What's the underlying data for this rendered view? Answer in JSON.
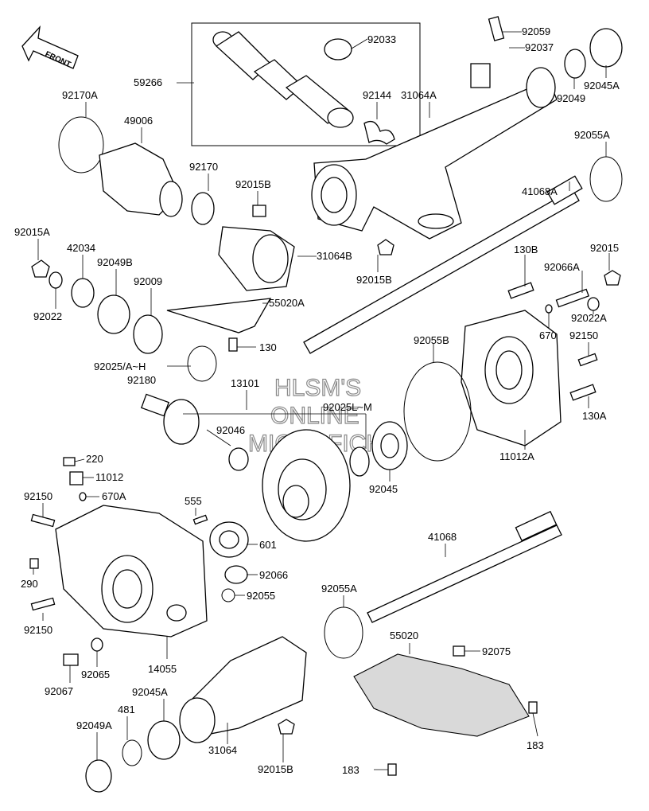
{
  "diagram": {
    "front_marker": "FRONT",
    "watermark": [
      "HLSM'S",
      "ONLINE",
      "MICROFICHE"
    ],
    "labels": [
      "92033",
      "59266",
      "92059",
      "92037",
      "92045A",
      "92049",
      "31064A",
      "92144",
      "92170A",
      "49006",
      "92055A",
      "92170",
      "92015B",
      "41068A",
      "92015A",
      "42034",
      "92049B",
      "31064B",
      "130B",
      "92015",
      "92066A",
      "92009",
      "55020A",
      "92015B",
      "92022",
      "92022A",
      "670",
      "130",
      "92150",
      "92055B",
      "92025/A~H",
      "92180",
      "13101",
      "92025L~M",
      "92046",
      "130A",
      "11012A",
      "220",
      "11012",
      "92150",
      "670A",
      "555",
      "601",
      "92045",
      "41068",
      "92066",
      "290",
      "92055",
      "92055A",
      "92150",
      "92065",
      "14055",
      "55020",
      "92075",
      "92067",
      "92045A",
      "481",
      "92049A",
      "31064",
      "92015B",
      "183",
      "183"
    ]
  }
}
